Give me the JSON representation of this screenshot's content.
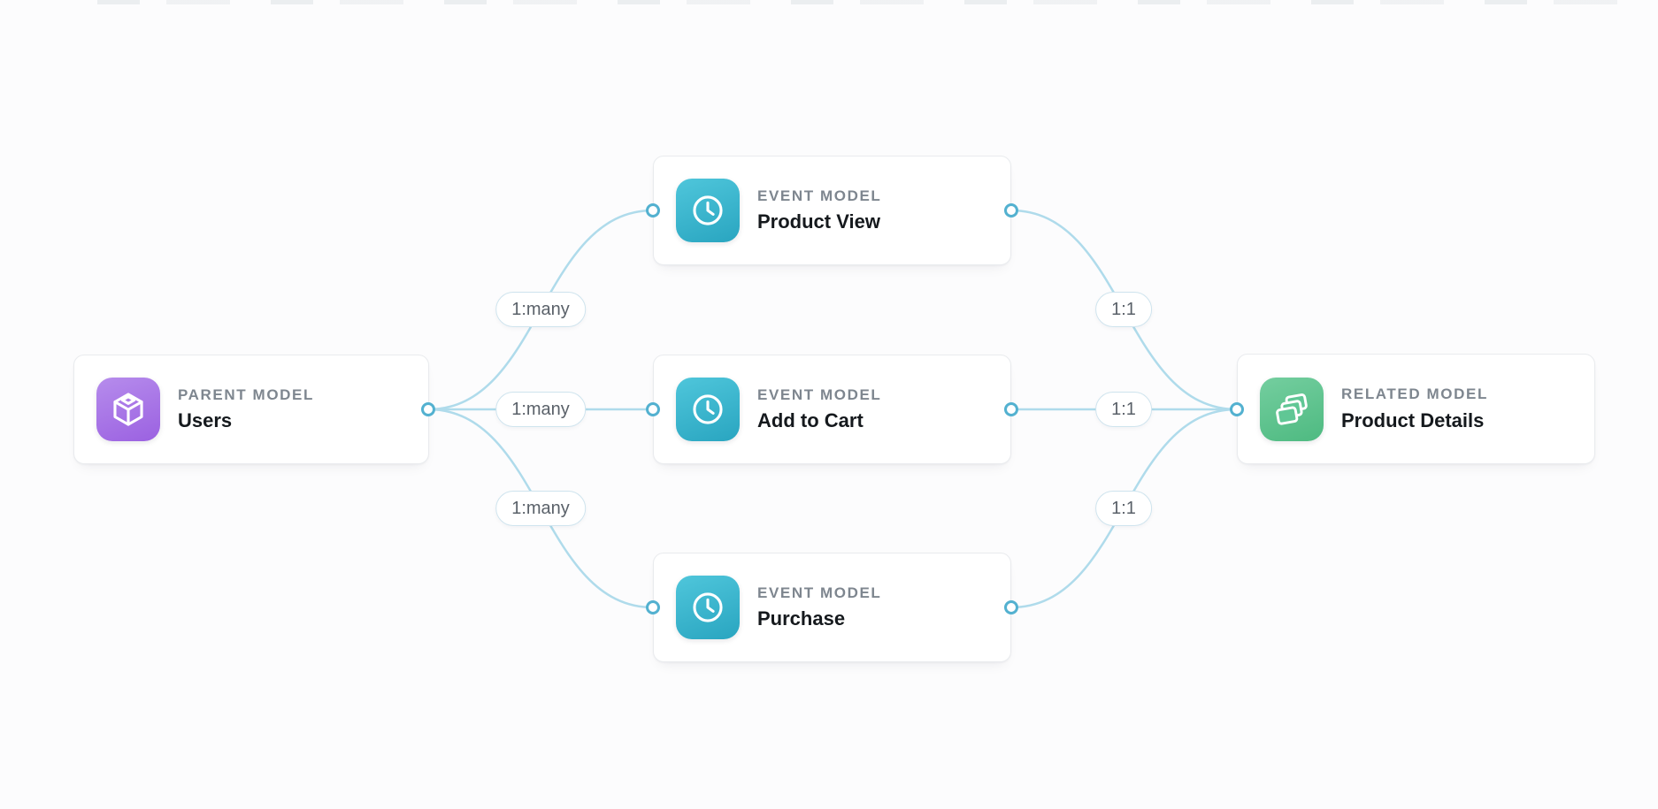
{
  "diagram": {
    "nodes": [
      {
        "kind": "PARENT MODEL",
        "name": "Users",
        "icon": "cube-icon",
        "gradient": [
          "#b68cec",
          "#9b61e1"
        ]
      },
      {
        "kind": "EVENT MODEL",
        "name": "Product View",
        "icon": "clock-icon",
        "gradient": [
          "#4fc6db",
          "#29a5c0"
        ]
      },
      {
        "kind": "EVENT MODEL",
        "name": "Add to Cart",
        "icon": "clock-icon",
        "gradient": [
          "#4fc6db",
          "#29a5c0"
        ]
      },
      {
        "kind": "EVENT MODEL",
        "name": "Purchase",
        "icon": "clock-icon",
        "gradient": [
          "#4fc6db",
          "#29a5c0"
        ]
      },
      {
        "kind": "RELATED MODEL",
        "name": "Product Details",
        "icon": "layers-icon",
        "gradient": [
          "#74ce9f",
          "#4eba81"
        ]
      }
    ],
    "edges": [
      {
        "from": "Users",
        "to": "Product View",
        "label": "1:many"
      },
      {
        "from": "Users",
        "to": "Add to Cart",
        "label": "1:many"
      },
      {
        "from": "Users",
        "to": "Purchase",
        "label": "1:many"
      },
      {
        "from": "Product View",
        "to": "Product Details",
        "label": "1:1"
      },
      {
        "from": "Add to Cart",
        "to": "Product Details",
        "label": "1:1"
      },
      {
        "from": "Purchase",
        "to": "Product Details",
        "label": "1:1"
      }
    ],
    "colors": {
      "background": "#fcfcfd",
      "edge_line": "#afdbeb",
      "port_ring": "#53b1d0",
      "pill_border": "#cfe4ee",
      "pill_text": "#5a6169",
      "kind_text": "#7e868f",
      "name_text": "#15191d",
      "card_border": "#e9ebee"
    }
  }
}
